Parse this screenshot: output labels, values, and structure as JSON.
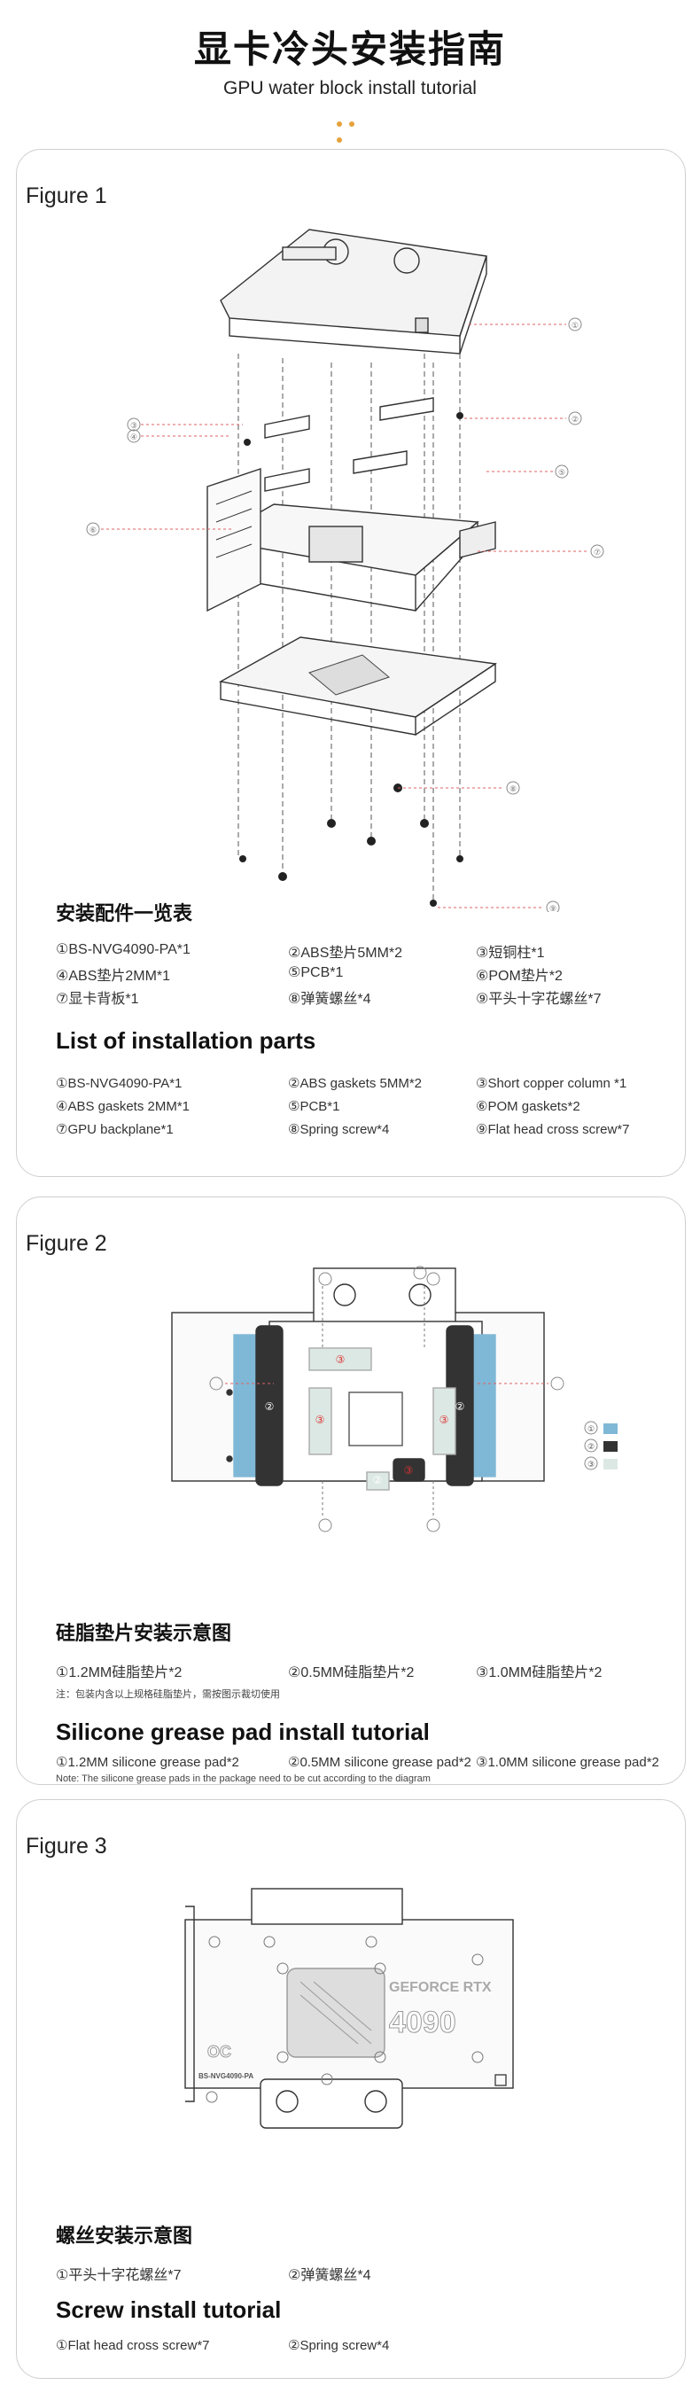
{
  "header": {
    "title": "显卡冷头安装指南",
    "subtitle": "GPU water block install tutorial"
  },
  "figure1": {
    "label": "Figure 1",
    "callouts": [
      "①",
      "②",
      "③",
      "④",
      "⑤",
      "⑥",
      "⑦",
      "⑧",
      "⑨"
    ],
    "cn_heading": "安装配件一览表",
    "cn_items": [
      "①BS-NVG4090-PA*1",
      "②ABS垫片5MM*2",
      "③短铜柱*1",
      "④ABS垫片2MM*1",
      "⑤PCB*1",
      "⑥POM垫片*2",
      "⑦显卡背板*1",
      "⑧弹簧螺丝*4",
      "⑨平头十字花螺丝*7"
    ],
    "en_heading": "List of installation parts",
    "en_items": [
      "①BS-NVG4090-PA*1",
      "②ABS gaskets 5MM*2",
      "③Short copper column *1",
      "④ABS gaskets 2MM*1",
      "⑤PCB*1",
      "⑥POM gaskets*2",
      "⑦GPU backplane*1",
      "⑧Spring screw*4",
      "⑨Flat head cross screw*7"
    ]
  },
  "figure2": {
    "label": "Figure 2",
    "legend": [
      "①",
      "②",
      "③"
    ],
    "legend_colors": [
      "#7fb8d6",
      "#333333",
      "#dce8e4"
    ],
    "pad_labels": [
      "②",
      "③",
      "②",
      "③",
      "③",
      "②",
      "③"
    ],
    "cn_heading": "硅脂垫片安装示意图",
    "cn_items": [
      "①1.2MM硅脂垫片*2",
      "②0.5MM硅脂垫片*2",
      "③1.0MM硅脂垫片*2"
    ],
    "cn_note": "注：包装内含以上规格硅脂垫片，需按图示裁切使用",
    "en_heading": "Silicone grease pad install tutorial",
    "en_items": [
      "①1.2MM silicone grease pad*2",
      "②0.5MM silicone grease pad*2",
      "③1.0MM silicone grease pad*2"
    ],
    "en_note": "Note: The silicone grease pads in the package need to be cut according to the diagram"
  },
  "figure3": {
    "label": "Figure 3",
    "card_text_line1": "GEFORCE RTX",
    "card_text_line2": "4090",
    "oc_text": "OC",
    "model_text": "BS-NVG4090-PA",
    "cn_heading": "螺丝安装示意图",
    "cn_items": [
      "①平头十字花螺丝*7",
      "②弹簧螺丝*4"
    ],
    "en_heading": "Screw install tutorial",
    "en_items": [
      "①Flat head cross screw*7",
      "②Spring screw*4"
    ]
  }
}
